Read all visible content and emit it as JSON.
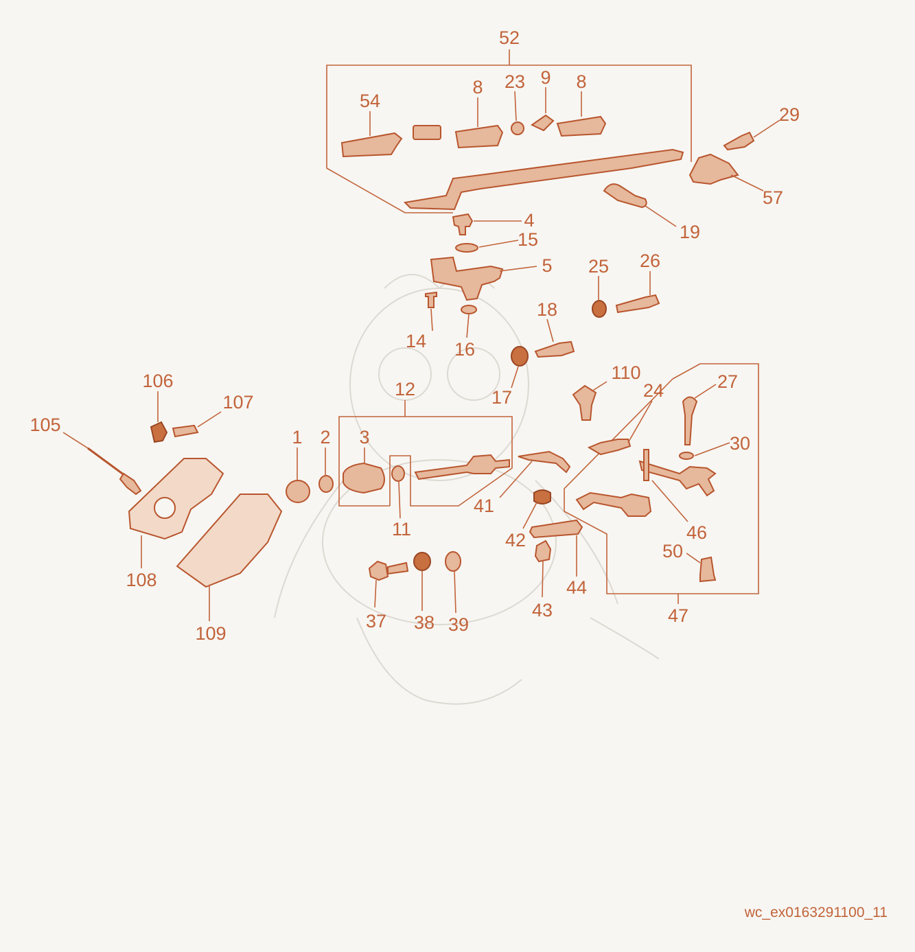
{
  "diagram": {
    "accent_color": "#c2633a",
    "part_fill_color": "#e6b89c",
    "labels": [
      "52",
      "54",
      "8",
      "23",
      "9",
      "8b",
      "29",
      "57",
      "19",
      "4",
      "15",
      "5",
      "25",
      "26",
      "14",
      "16",
      "18",
      "17",
      "106",
      "107",
      "105",
      "12",
      "1",
      "2",
      "3",
      "11",
      "41",
      "110",
      "24",
      "27",
      "30",
      "42",
      "46",
      "44",
      "43",
      "50",
      "37",
      "38",
      "39",
      "47",
      "108",
      "109"
    ],
    "label_text": {
      "52": "52",
      "54": "54",
      "8": "8",
      "23": "23",
      "9": "9",
      "8b": "8",
      "29": "29",
      "57": "57",
      "19": "19",
      "4": "4",
      "15": "15",
      "5": "5",
      "25": "25",
      "26": "26",
      "14": "14",
      "16": "16",
      "18": "18",
      "17": "17",
      "106": "106",
      "107": "107",
      "105": "105",
      "12": "12",
      "1": "1",
      "2": "2",
      "3": "3",
      "11": "11",
      "41": "41",
      "110": "110",
      "24": "24",
      "27": "27",
      "30": "30",
      "42": "42",
      "46": "46",
      "44": "44",
      "43": "43",
      "50": "50",
      "37": "37",
      "38": "38",
      "39": "39",
      "47": "47",
      "108": "108",
      "109": "109"
    }
  },
  "footer": {
    "code": "wc_ex0163291100_11"
  }
}
